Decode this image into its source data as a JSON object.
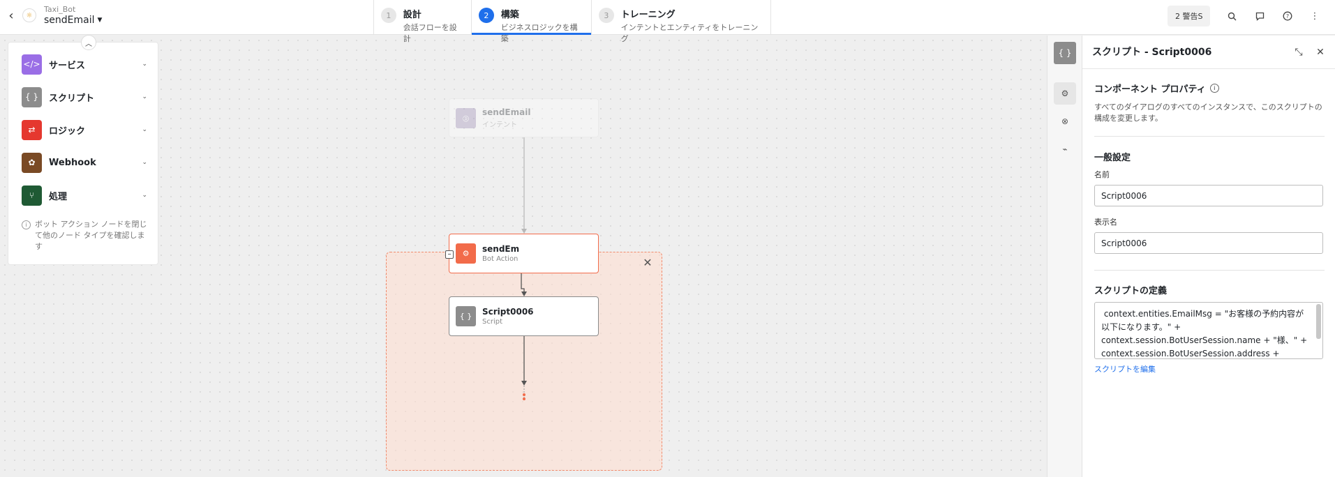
{
  "header": {
    "bot_name": "Taxi_Bot",
    "dialog_name": "sendEmail",
    "steps": [
      {
        "num": "1",
        "title": "設計",
        "sub": "会話フローを設計"
      },
      {
        "num": "2",
        "title": "構築",
        "sub": "ビジネスロジックを構築"
      },
      {
        "num": "3",
        "title": "トレーニング",
        "sub": "インテントとエンティティをトレーニング"
      }
    ],
    "warnings": "2 警告S"
  },
  "palette": {
    "items": [
      {
        "label": "サービス",
        "color": "#9a6ee6",
        "glyph": "</>"
      },
      {
        "label": "スクリプト",
        "color": "#8c8c8c",
        "glyph": "{ }"
      },
      {
        "label": "ロジック",
        "color": "#e5382f",
        "glyph": "⇄"
      },
      {
        "label": "Webhook",
        "color": "#7a4a25",
        "glyph": "✿"
      },
      {
        "label": "処理",
        "color": "#1f5a34",
        "glyph": "⑂"
      }
    ],
    "hint": "ボット アクション ノードを閉じて他のノード タイプを確認します"
  },
  "flow": {
    "intent_node": {
      "title": "sendEmail",
      "sub": "インテント"
    },
    "action_node": {
      "title": "sendEm",
      "sub": "Bot Action"
    },
    "script_node": {
      "title": "Script0006",
      "sub": "Script"
    }
  },
  "panel": {
    "title": "スクリプト - Script0006",
    "props_title": "コンポーネント プロパティ",
    "props_desc": "すべてのダイアログのすべてのインスタンスで、このスクリプトの構成を変更します。",
    "general_title": "一般設定",
    "name_label": "名前",
    "name_value": "Script0006",
    "display_label": "表示名",
    "display_value": "Script0006",
    "script_title": "スクリプトの定義",
    "script_lines": [
      " context.entities.EmailMsg = \"お客様の予約内容が",
      "以下になります。\" +",
      "context.session.BotUserSession.name + \"様、\" +",
      "context.session.BotUserSession.address +"
    ],
    "edit_link": "スクリプトを編集"
  },
  "colors": {
    "accent": "#1f6feb",
    "bot_action": "#f26b4a",
    "group_fill": "#fde3d9",
    "group_border": "#f08a6c"
  }
}
